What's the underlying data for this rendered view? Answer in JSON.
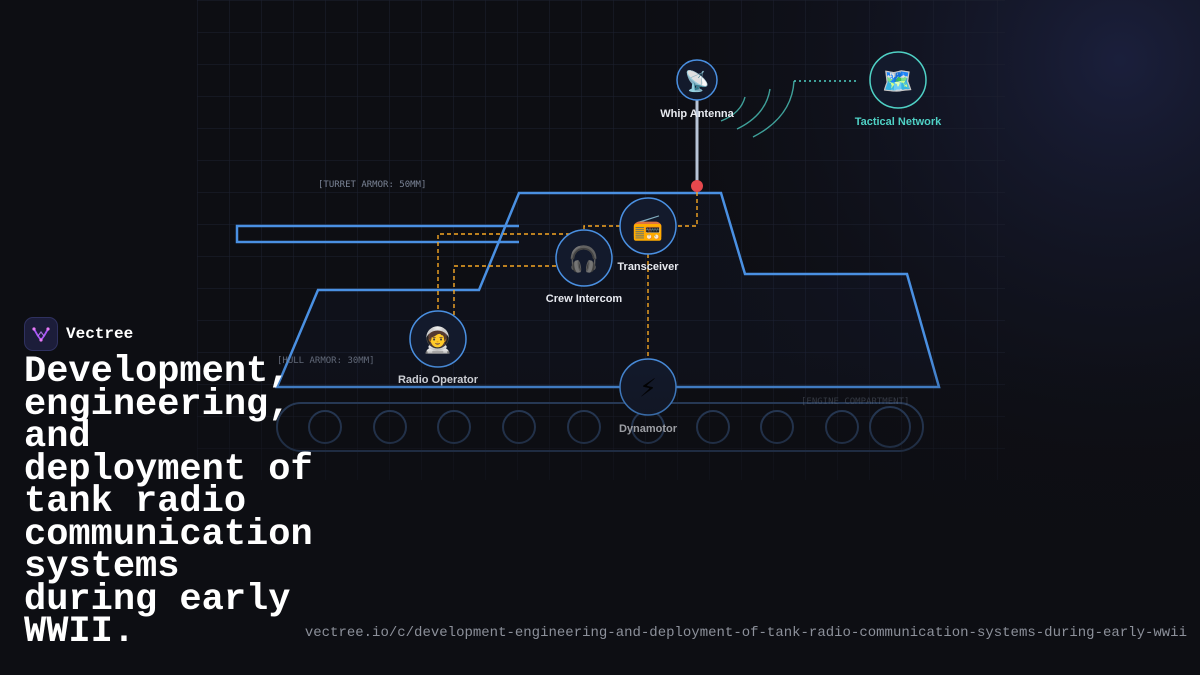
{
  "brand": {
    "name": "Vectree",
    "logo_icon": "vectree-logo-icon",
    "accent": "#a855f7"
  },
  "headline": "Development, engineering, and deployment of tank radio communication systems during early WWII.",
  "url": "vectree.io/c/development-engineering-and-deployment-of-tank-radio-communication-systems-during-early-wwii",
  "diagram": {
    "armor_labels": {
      "turret": "[TURRET ARMOR: 50MM]",
      "hull": "[HULL ARMOR: 30MM]",
      "engine": "[ENGINE COMPARTMENT]"
    },
    "nodes": [
      {
        "id": "whip-antenna",
        "label": "Whip Antenna",
        "icon": "satellite-antenna-icon",
        "glyph": "📡",
        "color": "#4a90e2"
      },
      {
        "id": "tactical-network",
        "label": "Tactical Network",
        "icon": "world-map-icon",
        "glyph": "🗺️",
        "color": "#4fd1c5"
      },
      {
        "id": "transceiver",
        "label": "Transceiver",
        "icon": "radio-icon",
        "glyph": "📻",
        "color": "#4a90e2"
      },
      {
        "id": "crew-intercom",
        "label": "Crew Intercom",
        "icon": "headphones-icon",
        "glyph": "🎧",
        "color": "#4a90e2"
      },
      {
        "id": "radio-operator",
        "label": "Radio Operator",
        "icon": "astronaut-icon",
        "glyph": "🧑‍🚀",
        "color": "#4a90e2"
      },
      {
        "id": "dynamotor",
        "label": "Dynamotor",
        "icon": "lightning-icon",
        "glyph": "⚡",
        "color": "#4a90e2"
      }
    ],
    "colors": {
      "hull_outline": "#4a90e2",
      "wiring": "#f5a623",
      "signal": "#4fd1c5",
      "antenna_mount": "#e5484d"
    }
  }
}
